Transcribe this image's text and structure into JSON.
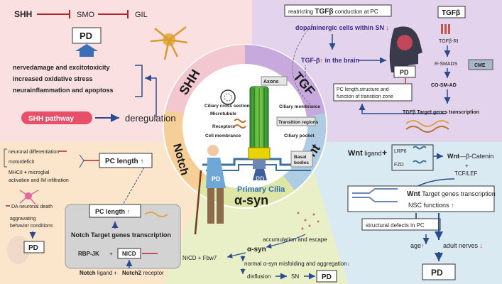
{
  "center": {
    "title": "Primary Cilia",
    "pd_label": "PD",
    "parts": [
      "Axons",
      "Ciliary cross section",
      "Ciliary membrance",
      "Microtubule",
      "Receptors",
      "Transition regions",
      "Cell membrance",
      "Ciliary pocket",
      "Basal bodies"
    ]
  },
  "ring": {
    "shh": "SHH",
    "tgf": "TGF",
    "wnt": "Wnt",
    "notch": "Notch",
    "asyn": "α-syn"
  },
  "shh": {
    "shh": "SHH",
    "smo": "SMO",
    "gil": "GIL",
    "pd": "PD",
    "effects": [
      "nervedamage and excitotoxicity",
      "increased oxidative stress",
      "neurainflammation and apoptoss"
    ],
    "pathway": "SHH pathway",
    "deregulation": "deregulation"
  },
  "tgf": {
    "restrict_pre": "reatricting",
    "restrict_bold": "TGFβ",
    "restrict_post": "conduction at PC",
    "dopa": "dopaminergic cells within SN",
    "tgf_brain_pre": "TGF-β",
    "tgf_brain_post": "in the brain",
    "pd": "PD",
    "pc_change": [
      "PC length,structure and",
      "function of transition zone"
    ],
    "tgfb": "TGFβ",
    "ri": "TGFβ-RI",
    "rsmads": "R-SMADS",
    "cme": "CME",
    "cosm": "CO-SM-AD",
    "target": "TGFβ Target genes transcription"
  },
  "wnt": {
    "ligand_bold": "Wnt",
    "ligand_rest": "ligand",
    "lrp6": "LRP6",
    "fzd": "FZD",
    "catenin_bold": "Wnt",
    "catenin_rest": "—β-Catenin",
    "tcf": "TCF/LEF",
    "target_bold": "Wnt",
    "target_rest": "Target genes transcription",
    "nsc": "NSC functions",
    "structural": "structural defects in PC",
    "age": "age",
    "adult": "adult nerves",
    "pd": "PD"
  },
  "notch": {
    "pc_length": "PC length",
    "effects": [
      "neuronal differentiation",
      "motordeficit",
      "MHCII",
      "microglial",
      "activation and IM infiltration",
      "DA neuronal death",
      "aggravating",
      "behavior conditions"
    ],
    "pd": "PD",
    "pc_length2": "PC length",
    "target": "Notch Target genes transcription",
    "rbp": "RBP-JK",
    "nicd": "NICD",
    "ligand_bold": "Notch",
    "ligand_rest": "ligand",
    "receptor_bold": "Notch2",
    "receptor_rest": "receptor"
  },
  "asyn": {
    "accumulation": "accumulation and escape",
    "asyn": "α-syn",
    "nicd_fbw7": "NICD + Fbw7",
    "misfold": "normal α-syn misfolding and aggregation",
    "disfluxion": "disflusion",
    "sn": "SN",
    "pd": "PD"
  },
  "colors": {
    "shh_bg": "#fbe0e2",
    "tgf_bg": "#e3d3ec",
    "wnt_bg": "#d9eaf3",
    "notch_bg": "#fbe6cc",
    "asyn_bg": "#e9f0c8",
    "arrow": "#2b4c8c",
    "inhibit": "#b3262e",
    "red": "#d2352c"
  }
}
